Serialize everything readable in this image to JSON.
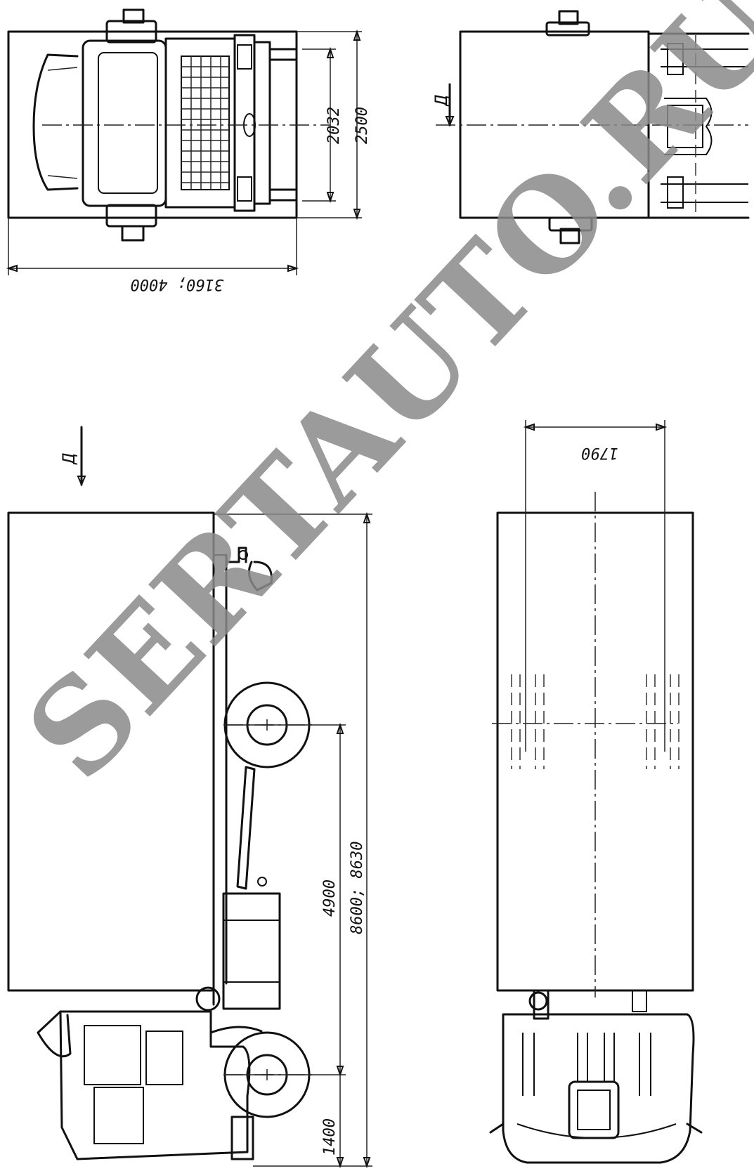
{
  "dimensions": {
    "top_front_inner_width": "2032",
    "top_front_outer_width": "2500",
    "top_front_length": "3160; 4000",
    "rear_track": "1790",
    "side_wheelbase": "4900",
    "side_total_length": "8600; 8630",
    "side_front_overhang": "1400"
  },
  "view_marks": {
    "top_rear_view": "Д",
    "side_view": "Д"
  },
  "watermark": "SERTAUTO.RU",
  "colors": {
    "lines": "#111111",
    "watermark": "#8a8a8a"
  }
}
